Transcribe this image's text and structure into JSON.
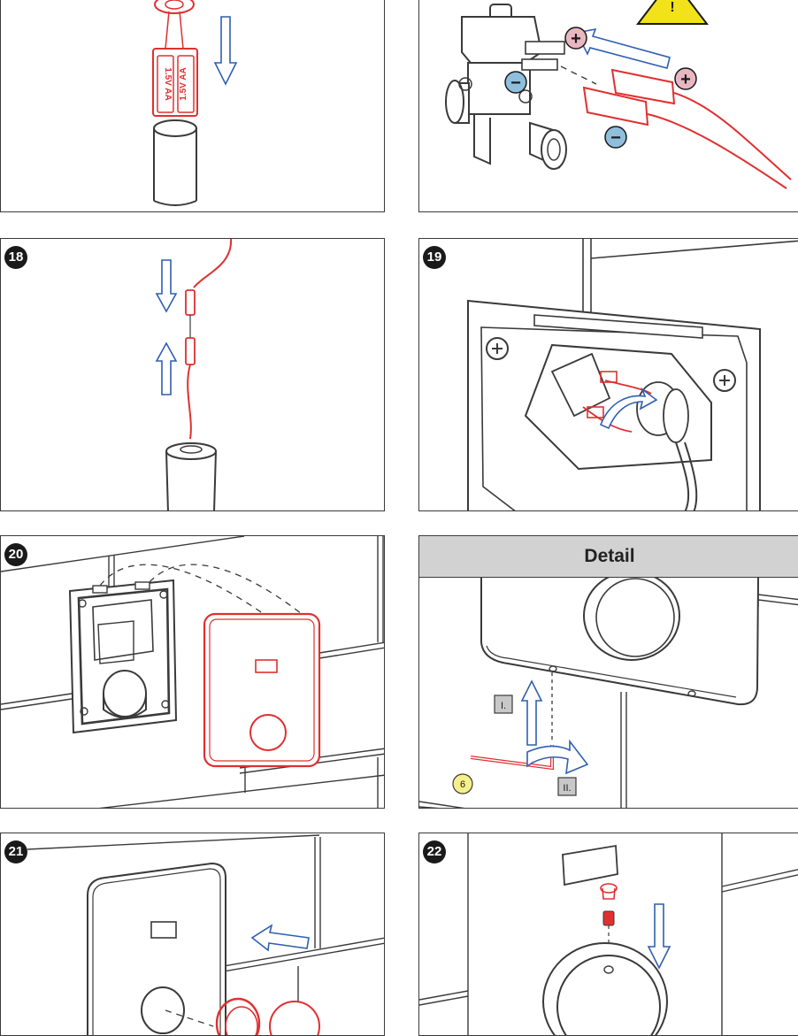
{
  "panels": {
    "p18": {
      "number": "18"
    },
    "p19": {
      "number": "19"
    },
    "p20": {
      "number": "20"
    },
    "p21": {
      "number": "21"
    },
    "p22": {
      "number": "22"
    },
    "detail": {
      "title": "Detail",
      "step1": "I.",
      "step2": "II.",
      "tool_size": "6"
    }
  },
  "labels": {
    "battery_text": "1.5V AA",
    "plus": "+",
    "minus": "−",
    "warning": "!"
  },
  "colors": {
    "line": "#3a3a3a",
    "red": "#e03030",
    "arrow": "#2f5fb0",
    "plus_badge": "#e8b7c2",
    "minus_badge": "#8fbfdc",
    "warning": "#f2e21a",
    "header": "#d2d2d2"
  },
  "icons": [
    "warning-icon",
    "plus-icon",
    "minus-icon",
    "down-arrow-icon",
    "up-arrow-icon",
    "rotate-arrow-icon",
    "left-arrow-icon"
  ]
}
